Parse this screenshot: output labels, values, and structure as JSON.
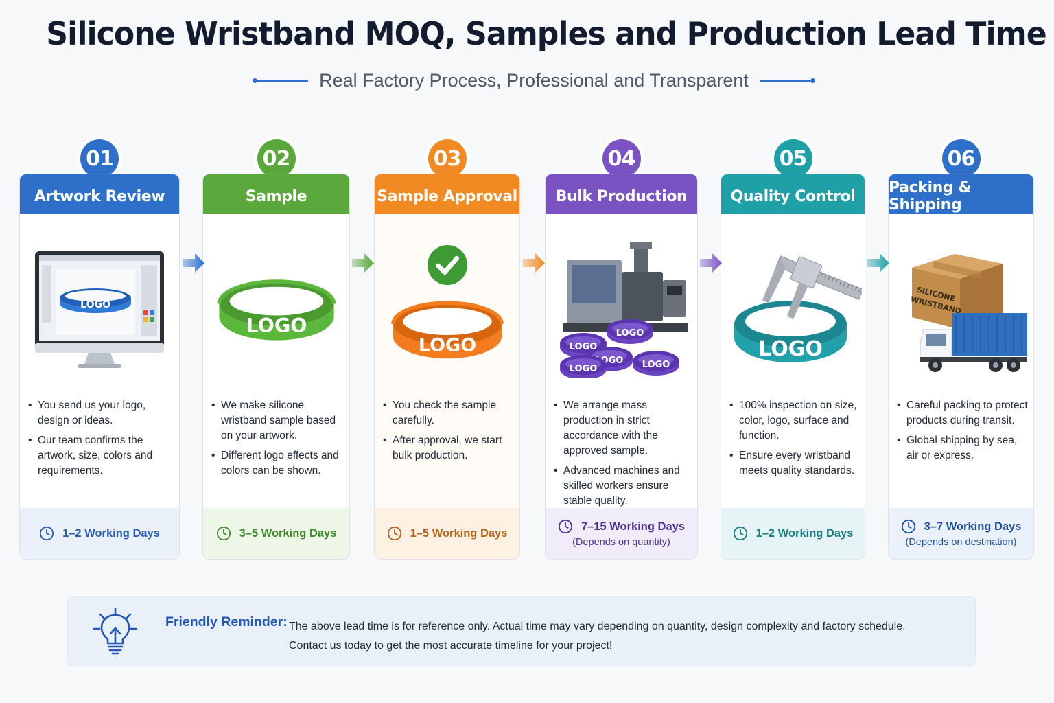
{
  "header": {
    "title": "Silicone Wristband MOQ, Samples and Production Lead Time",
    "subtitle": "Real Factory Process, Professional and Transparent"
  },
  "steps": [
    {
      "number": "01",
      "title": "Artwork Review",
      "color": "#2d6fc9",
      "light": "#eaf1fb",
      "tint": "#ffffff",
      "illustration": "monitor-with-logo-wristband",
      "logo_text": "LOGO",
      "bullets": [
        "You send us your logo, design or ideas.",
        "Our team confirms the artwork, size, colors and requirements."
      ],
      "lead_time": "1–2 Working Days",
      "note": "",
      "time_color": "#2a5db0"
    },
    {
      "number": "02",
      "title": "Sample",
      "color": "#5aa83b",
      "light": "#eef6e8",
      "tint": "#ffffff",
      "illustration": "green-wristband",
      "logo_text": "LOGO",
      "bullets": [
        "We make silicone wristband sample based on your artwork.",
        "Different logo effects and colors can be shown."
      ],
      "lead_time": "3–5 Working Days",
      "note": "",
      "time_color": "#3f8a2c"
    },
    {
      "number": "03",
      "title": "Sample Approval",
      "color": "#f28a24",
      "light": "#fdf1e4",
      "tint": "#fffbf6",
      "illustration": "orange-wristband-check",
      "logo_text": "LOGO",
      "bullets": [
        "You check the sample carefully.",
        "After approval, we start bulk production."
      ],
      "lead_time": "1–5 Working Days",
      "note": "",
      "time_color": "#b5651a"
    },
    {
      "number": "04",
      "title": "Bulk Production",
      "color": "#7a52c2",
      "light": "#f1ecfa",
      "tint": "#ffffff",
      "illustration": "machine-purple-wristbands",
      "logo_text": "LOGO",
      "bullets": [
        "We arrange mass production in strict accordance with the approved sample.",
        "Advanced machines and skilled workers ensure stable quality."
      ],
      "lead_time": "7–15 Working Days",
      "note": "(Depends on quantity)",
      "time_color": "#4d2f94"
    },
    {
      "number": "05",
      "title": "Quality Control",
      "color": "#1f9fa6",
      "light": "#e6f4f5",
      "tint": "#ffffff",
      "illustration": "teal-wristband-caliper",
      "logo_text": "LOGO",
      "bullets": [
        "100% inspection on size, color, logo, surface and function.",
        "Ensure every wristband meets quality standards."
      ],
      "lead_time": "1–2 Working Days",
      "note": "",
      "time_color": "#1c7b82"
    },
    {
      "number": "06",
      "title": "Packing & Shipping",
      "color": "#2d6fc9",
      "light": "#eaf1fb",
      "tint": "#ffffff",
      "illustration": "box-and-truck",
      "box_text": "SILICONE WRISTBAND",
      "bullets": [
        "Careful packing to protect products during transit.",
        "Global shipping by sea, air or express."
      ],
      "lead_time": "3–7 Working Days",
      "note": "(Depends on destination)",
      "time_color": "#1f4f9e"
    }
  ],
  "reminder": {
    "icon": "lightbulb-icon",
    "label": "Friendly Reminder:",
    "line1": "The above lead time is for reference only. Actual time may vary depending on quantity, design complexity and factory schedule.",
    "line2": "Contact us today to get the most accurate timeline for your project!"
  }
}
